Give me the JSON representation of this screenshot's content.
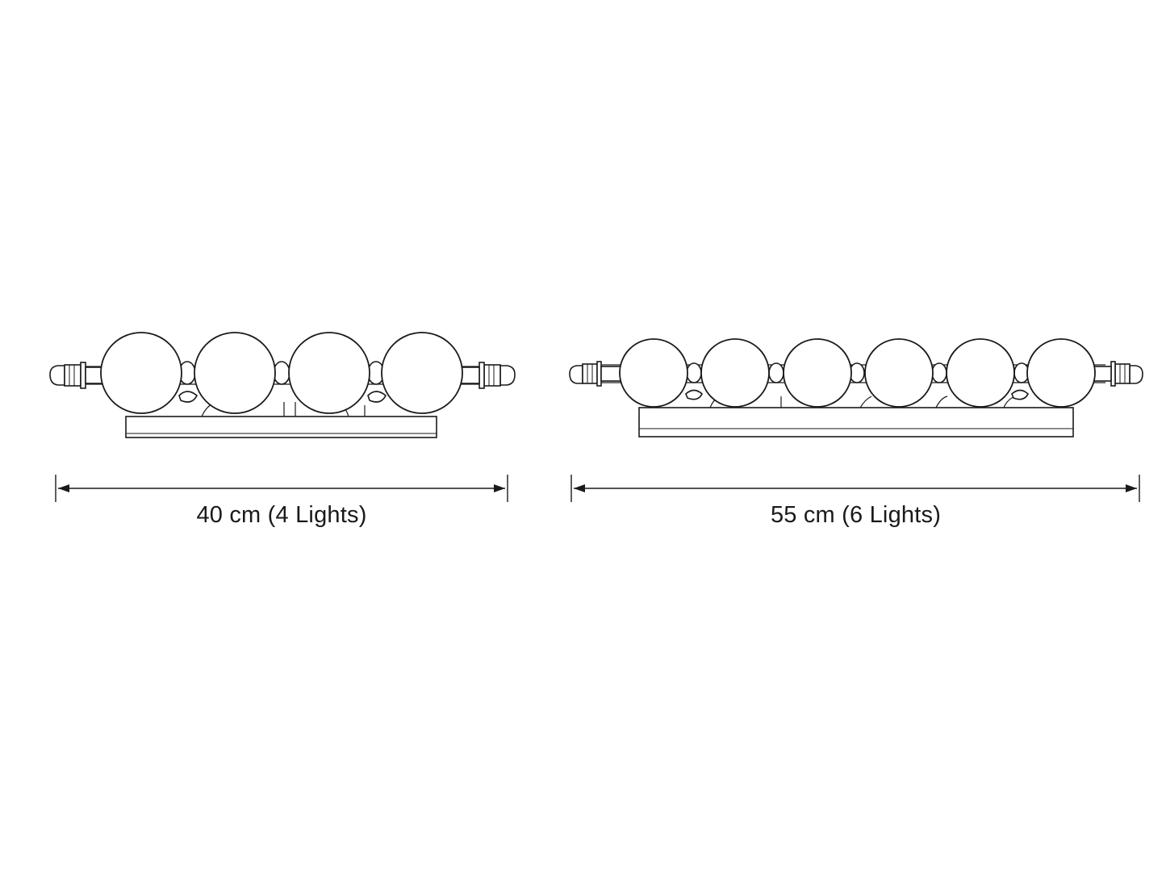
{
  "fixtures": [
    {
      "id": "small",
      "dimension_label": "40 cm (4 Lights)",
      "lights": 4
    },
    {
      "id": "large",
      "dimension_label": "55 cm (6 Lights)",
      "lights": 6
    }
  ],
  "colors": {
    "line": "#1a1a1a",
    "background": "#ffffff",
    "globe_fill": "#ffffff"
  }
}
